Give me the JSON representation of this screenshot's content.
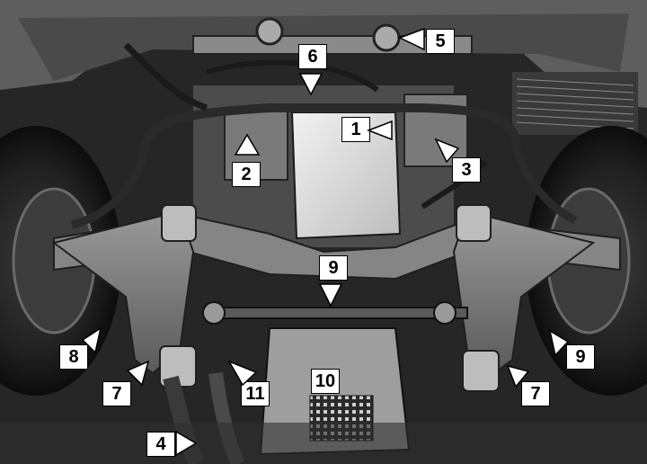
{
  "callouts": {
    "c1": "1",
    "c2": "2",
    "c3": "3",
    "c4": "4",
    "c5": "5",
    "c6": "6",
    "c7a": "7",
    "c7b": "7",
    "c8": "8",
    "c9a": "9",
    "c9b": "9",
    "c10": "10",
    "c11": "11"
  },
  "colors": {
    "callout_bg": "#ffffff",
    "callout_text": "#000000",
    "photo_dark": "#1a1a1a",
    "photo_mid": "#6e6e6e",
    "photo_light": "#d8d8d8"
  }
}
